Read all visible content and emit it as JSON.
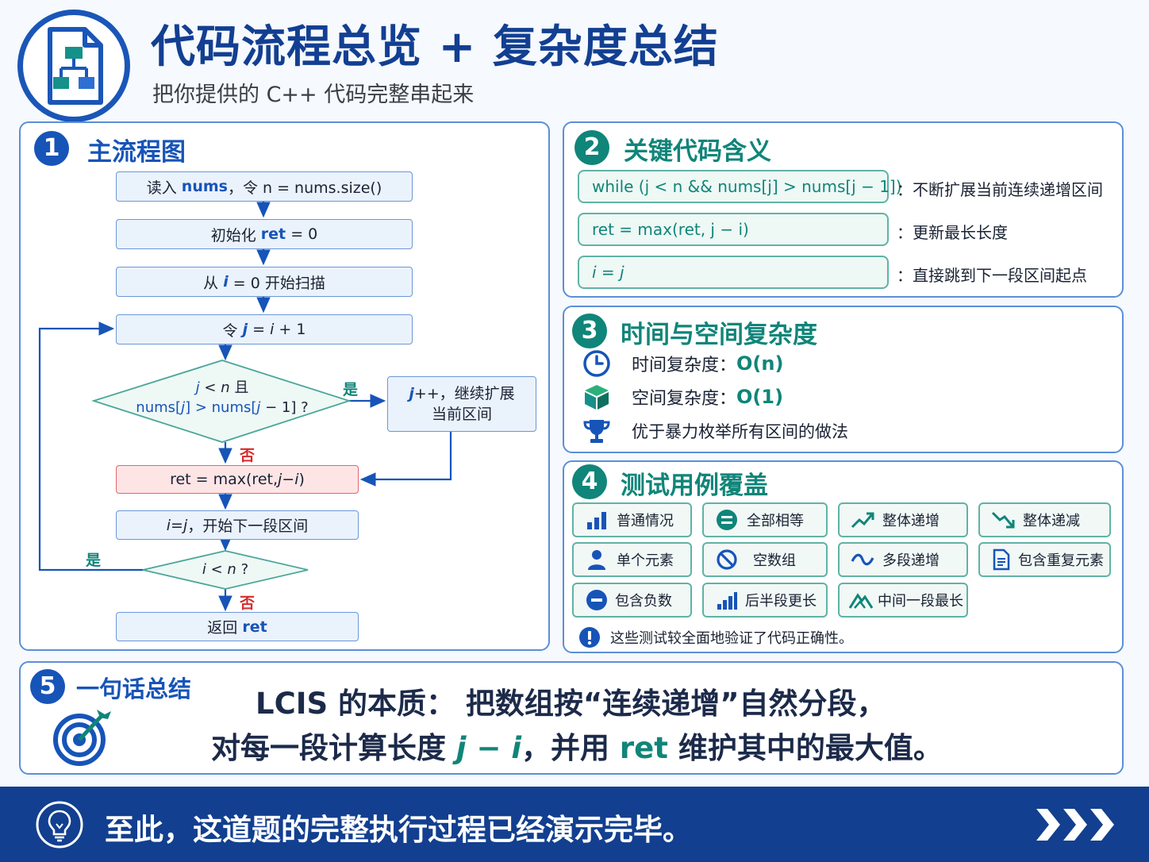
{
  "header": {
    "title": "代码流程总览 + 复杂度总结",
    "subtitle": "把你提供的 C++ 代码完整串起来"
  },
  "panel1": {
    "num": "1",
    "title": "主流程图",
    "steps": {
      "read_a": "读入",
      "read_b": "nums",
      "read_c": "，令 n = nums.size()",
      "init_a": "初始化",
      "init_b": "ret",
      "init_c": "= 0",
      "scan_a": "从",
      "scan_b": "i",
      "scan_c": "= 0 开始扫描",
      "setj_a": "令",
      "setj_b": "j",
      "setj_c": "=",
      "setj_d": "i",
      "setj_e": "+ 1",
      "cond1_line1_a": "j",
      "cond1_line1_b": " < ",
      "cond1_line1_c": "n",
      "cond1_line1_d": " 且",
      "cond1_line2_a": "nums[",
      "cond1_line2_b": "j",
      "cond1_line2_c": "] > nums[",
      "cond1_line2_d": "j",
      "cond1_line2_e": " − 1] ?",
      "extend_a": "j",
      "extend_b": "++，继续扩展",
      "extend_line2": "当前区间",
      "update_a": "ret = max(ret, ",
      "update_b": "j",
      "update_c": " − ",
      "update_d": "i",
      "update_e": ")",
      "next_a": "i",
      "next_b": " = ",
      "next_c": "j",
      "next_d": "，开始下一段区间",
      "cond2_a": "i",
      "cond2_b": " < ",
      "cond2_c": "n",
      "cond2_d": " ?",
      "ret_a": "返回",
      "ret_b": "ret"
    },
    "yes": "是",
    "no": "否"
  },
  "panel2": {
    "num": "2",
    "title": "关键代码含义",
    "rows": [
      {
        "code": "while (j < n && nums[j] > nums[j − 1])",
        "desc": "：不断扩展当前连续递增区间"
      },
      {
        "code": "ret = max(ret, j − i)",
        "desc": "：更新最长长度"
      },
      {
        "code": "i = j",
        "desc": "：直接跳到下一段区间起点"
      }
    ]
  },
  "panel3": {
    "num": "3",
    "title": "时间与空间复杂度",
    "time_label": "时间复杂度：",
    "time_value": "O(n)",
    "space_label": "空间复杂度：",
    "space_value": "O(1)",
    "note": "优于暴力枚举所有区间的做法",
    "icons": [
      "clock-icon",
      "cube-icon",
      "trophy-icon"
    ]
  },
  "panel4": {
    "num": "4",
    "title": "测试用例覆盖",
    "cases": [
      {
        "label": "普通情况",
        "icon": "bar-chart-icon"
      },
      {
        "label": "全部相等",
        "icon": "equal-icon"
      },
      {
        "label": "整体递增",
        "icon": "trend-up-icon"
      },
      {
        "label": "整体递减",
        "icon": "trend-down-icon"
      },
      {
        "label": "单个元素",
        "icon": "person-icon"
      },
      {
        "label": "空数组",
        "icon": "empty-icon"
      },
      {
        "label": "多段递增",
        "icon": "wave-icon"
      },
      {
        "label": "包含重复元素",
        "icon": "document-icon"
      },
      {
        "label": "包含负数",
        "icon": "minus-icon"
      },
      {
        "label": "后半段更长",
        "icon": "bar-rising-icon"
      },
      {
        "label": "中间一段最长",
        "icon": "mountain-icon"
      }
    ],
    "note": "这些测试较全面地验证了代码正确性。"
  },
  "panel5": {
    "num": "5",
    "title": "一句话总结",
    "line1": "LCIS 的本质： 把数组按“连续递增”自然分段，",
    "line2_a": "对每一段计算长度",
    "line2_b": "j − i",
    "line2_c": "，并用",
    "line2_d": "ret",
    "line2_e": "维护其中的最大值。"
  },
  "footer": {
    "text": "至此，这道题的完整执行过程已经演示完毕。"
  },
  "colors": {
    "primary_blue": "#1754b8",
    "teal": "#108579",
    "red": "#d62b2b",
    "footer_bg": "#123f8f"
  }
}
